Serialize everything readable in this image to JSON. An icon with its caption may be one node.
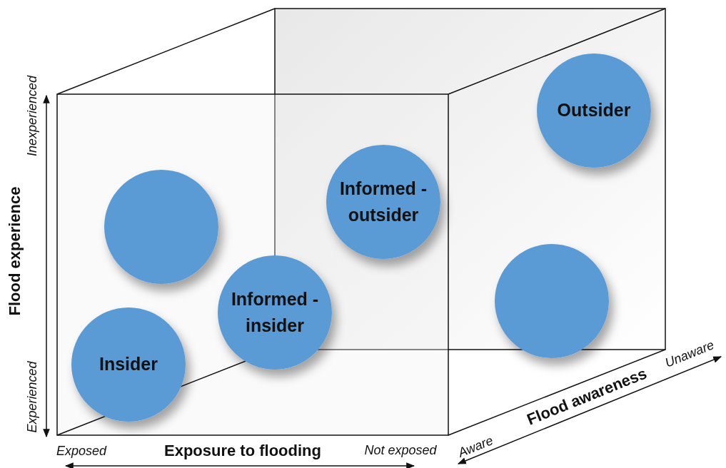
{
  "diagram": {
    "nodes": [
      {
        "text": [
          "Outsider"
        ]
      },
      {
        "text": [
          "Informed - outsider"
        ]
      },
      {
        "text": [],
        "shape": "circle"
      },
      {
        "text": [],
        "shape": "circle"
      },
      {
        "text": [
          "Informed - insider"
        ]
      },
      {
        "text": [
          "Insider"
        ]
      }
    ],
    "labels": [
      "Inexperienced",
      "Flood experience",
      "Experienced",
      "Unaware",
      "Flood awareness",
      "Aware",
      "Exposed",
      "Exposure to flooding",
      "Not exposed"
    ]
  }
}
